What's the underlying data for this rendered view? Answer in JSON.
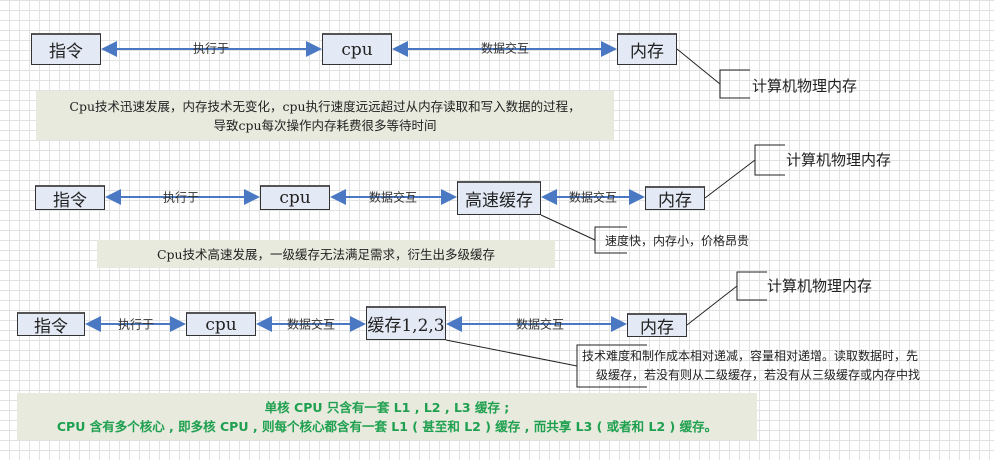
{
  "row1": {
    "instr": "指令",
    "cpu": "cpu",
    "mem": "内存",
    "edge1": "执行于",
    "edge2": "数据交互",
    "callout": "计算机物理内存",
    "note": [
      "Cpu技术迅速发展，内存技术无变化，cpu执行速度远远超过从内存读取和写入数据的过程，",
      "导致cpu每次操作内存耗费很多等待时间"
    ]
  },
  "row2": {
    "instr": "指令",
    "cpu": "cpu",
    "cache": "高速缓存",
    "mem": "内存",
    "edge1": "执行于",
    "edge2": "数据交互",
    "edge3": "数据交互",
    "callout_mem": "计算机物理内存",
    "callout_cache": "速度快，内存小，价格昂贵",
    "note": "Cpu技术高速发展，一级缓存无法满足需求，衍生出多级缓存"
  },
  "row3": {
    "instr": "指令",
    "cpu": "cpu",
    "cache": "缓存1,2,3",
    "mem": "内存",
    "edge1": "执行于",
    "edge2": "数据交互",
    "edge3": "数据交互",
    "callout_mem": "计算机物理内存",
    "callout_cache": [
      "技术难度和制作成本相对递减，容量相对递增。读取数据时，先",
      "级缓存，若没有则从二级缓存，若没有从三级缓存或内存中找"
    ],
    "note": [
      "单核 CPU 只含有一套 L1 , L2 , L3 缓存 ;",
      "CPU 含有多个核心 , 即多核 CPU , 则每个核心都含有一套 L1 ( 甚至和 L2 ) 缓存 , 而共享 L3 ( 或者和 L2 ) 缓存。"
    ]
  },
  "colors": {
    "arrow": "#4a78c2",
    "note_bg": "#e7eadc",
    "box_bg": "#e4eaf5",
    "green_text": "#1fa050"
  }
}
